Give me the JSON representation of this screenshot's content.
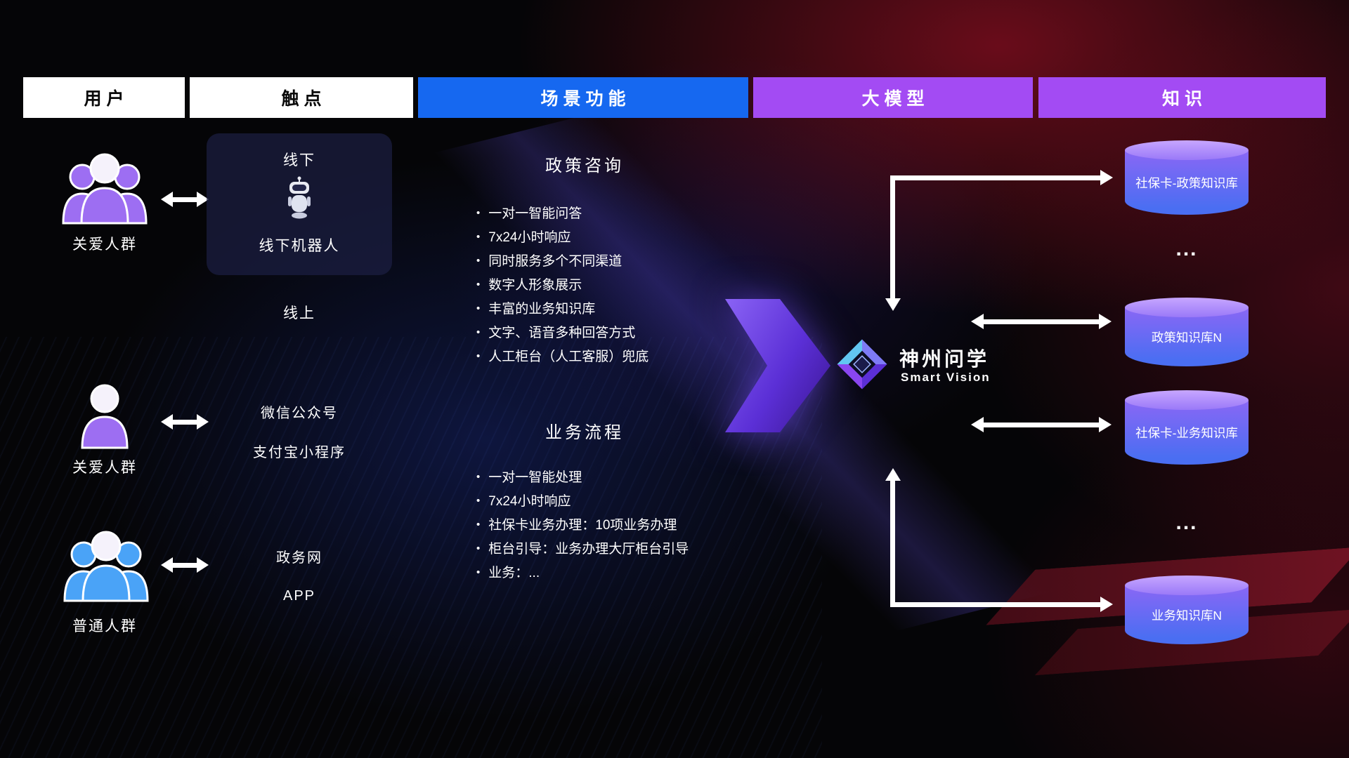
{
  "header": {
    "columns": [
      {
        "label": "用户"
      },
      {
        "label": "触点"
      },
      {
        "label": "场景功能"
      },
      {
        "label": "大模型"
      },
      {
        "label": "知识"
      }
    ]
  },
  "users": [
    {
      "label": "关爱人群",
      "icon": "group-purple"
    },
    {
      "label": "关爱人群",
      "icon": "person-purple"
    },
    {
      "label": "普通人群",
      "icon": "group-blue"
    }
  ],
  "touchpoints": {
    "offline_title": "线下",
    "offline_robot": "线下机器人",
    "online_title": "线上",
    "wechat": "微信公众号",
    "alipay": "支付宝小程序",
    "gov": "政务网",
    "app": "APP"
  },
  "functions": [
    {
      "title": "政策咨询",
      "items": [
        "一对一智能问答",
        "7x24小时响应",
        "同时服务多个不同渠道",
        "数字人形象展示",
        "丰富的业务知识库",
        "文字、语音多种回答方式",
        "人工柜台（人工客服）兜底"
      ]
    },
    {
      "title": "业务流程",
      "items": [
        "一对一智能处理",
        "7x24小时响应",
        "社保卡业务办理：10项业务办理",
        "柜台引导：业务办理大厅柜台引导",
        "业务：..."
      ]
    }
  ],
  "model": {
    "name": "神州问学",
    "subtitle": "Smart Vision"
  },
  "knowledge": {
    "items": [
      {
        "label": "社保卡-政策知识库",
        "kind": "db"
      },
      {
        "label": "...",
        "kind": "dots"
      },
      {
        "label": "政策知识库N",
        "kind": "db"
      },
      {
        "label": "社保卡-业务知识库",
        "kind": "db"
      },
      {
        "label": "...",
        "kind": "dots"
      },
      {
        "label": "业务知识库N",
        "kind": "db"
      }
    ]
  },
  "colors": {
    "scene_blue": "#1668F0",
    "model_purple": "#A34BF3",
    "cylinder_purple": "#8A67F5",
    "cylinder_blue": "#4A6EF2",
    "arrow_purple": "#5B2FD6",
    "background_red": "#7D1526"
  }
}
